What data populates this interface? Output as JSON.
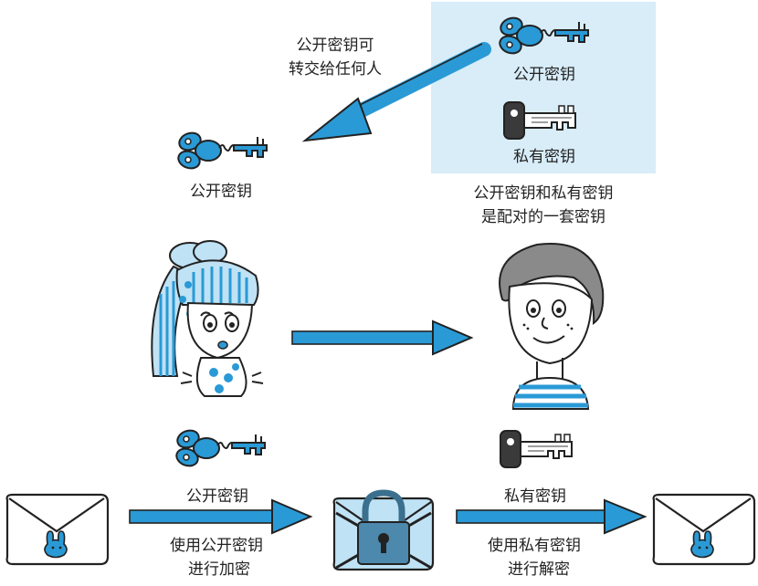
{
  "colors": {
    "accent_blue": "#2a9ad6",
    "panel_blue": "#d8edf8",
    "key_dark": "#3a3a3a",
    "outline": "#222222"
  },
  "panel": {
    "public_key_label": "公开密钥",
    "private_key_label": "私有密钥"
  },
  "transfer_note": {
    "line1": "公开密钥可",
    "line2": "转交给任何人"
  },
  "received_public_key_label": "公开密钥",
  "pair_note": {
    "line1": "公开密钥和私有密钥",
    "line2": "是配对的一套密钥"
  },
  "step_public_key_label": "公开密钥",
  "step_private_key_label": "私有密钥",
  "encrypt_note": {
    "line1": "使用公开密钥",
    "line2": "进行加密"
  },
  "decrypt_note": {
    "line1": "使用私有密钥",
    "line2": "进行解密"
  },
  "icons": {
    "public_key": "public-key-icon",
    "private_key": "private-key-icon",
    "envelope": "envelope-icon",
    "locked_envelope": "locked-envelope-icon",
    "sender": "girl-character",
    "receiver": "boy-character"
  }
}
